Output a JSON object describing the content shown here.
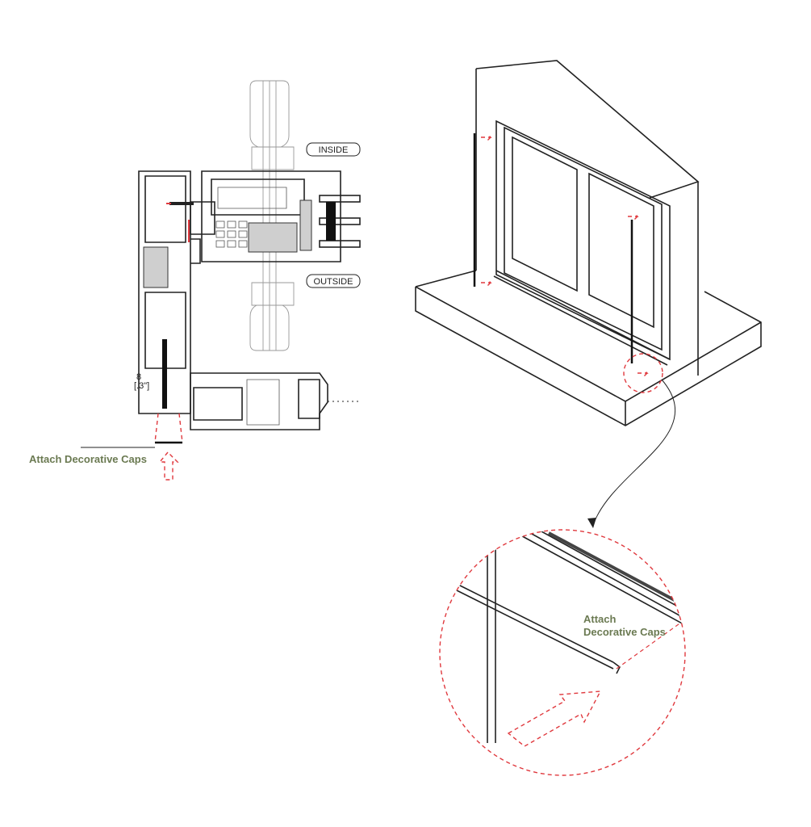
{
  "labels": {
    "inside": "INSIDE",
    "outside": "OUTSIDE",
    "dimension_mm": "8",
    "dimension_in": "[.3\"]",
    "section_callout": "Attach Decorative Caps",
    "detail_callout_line1": "Attach",
    "detail_callout_line2": "Decorative Caps"
  },
  "colors": {
    "callout_text": "#6b7a52",
    "highlight": "#e0393e",
    "line": "#222222"
  }
}
